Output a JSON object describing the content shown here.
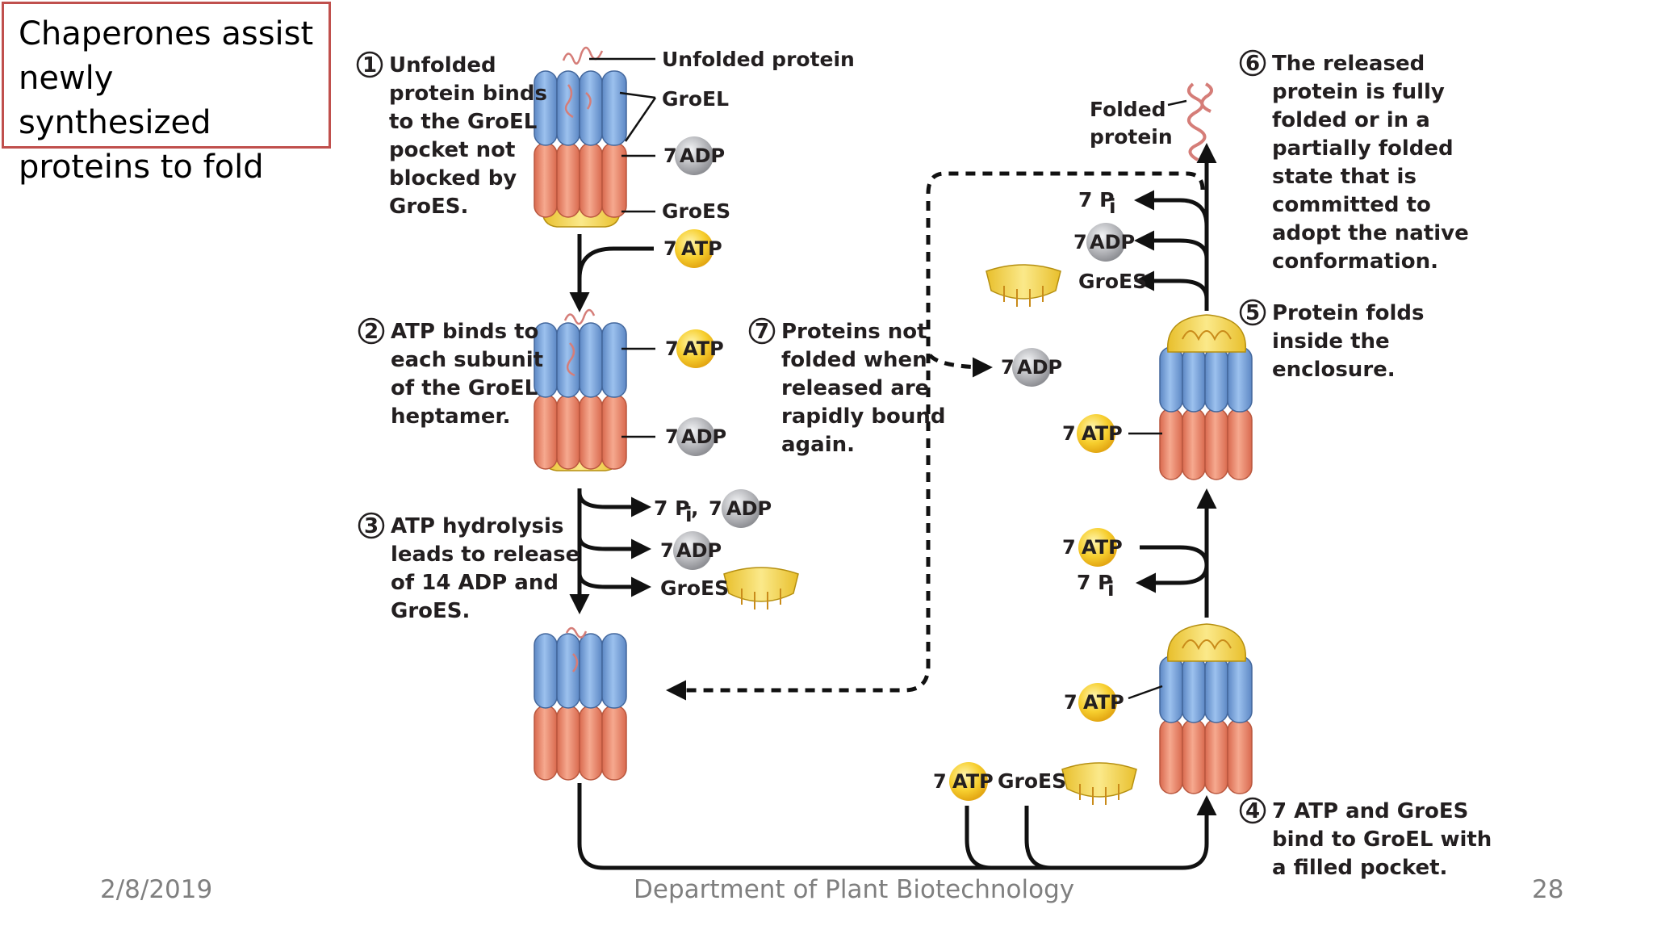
{
  "slide": {
    "title_lines": [
      "Chaperones assist",
      "newly synthesized",
      "proteins to fold"
    ],
    "date": "2/8/2019",
    "department": "Department of Plant Biotechnology",
    "page": "28"
  },
  "steps": {
    "s1": {
      "num": "1",
      "lines": [
        "Unfolded",
        "protein binds",
        "to the GroEL",
        "pocket not",
        "blocked by",
        "GroES."
      ]
    },
    "s2": {
      "num": "2",
      "lines": [
        "ATP binds to",
        "each subunit",
        "of the GroEL",
        "heptamer."
      ]
    },
    "s3": {
      "num": "3",
      "lines": [
        "ATP hydrolysis",
        "leads to release",
        "of 14 ADP and",
        "GroES."
      ]
    },
    "s4": {
      "num": "4",
      "lines": [
        "7 ATP and GroES",
        "bind to GroEL with",
        "a filled pocket."
      ]
    },
    "s5": {
      "num": "5",
      "lines": [
        "Protein folds",
        "inside the",
        "enclosure."
      ]
    },
    "s6": {
      "num": "6",
      "lines": [
        "The released",
        "protein is fully",
        "folded or in a",
        "partially folded",
        "state that is",
        "committed to",
        "adopt the native",
        "conformation."
      ]
    },
    "s7": {
      "num": "7",
      "lines": [
        "Proteins not",
        "folded when",
        "released are",
        "rapidly bound",
        "again."
      ]
    }
  },
  "labels": {
    "unfolded_protein": "Unfolded protein",
    "groel": "GroEL",
    "groes": "GroES",
    "folded_protein": [
      "Folded",
      "protein"
    ],
    "seven": "7",
    "atp": "ATP",
    "adp": "ADP",
    "pi": "7 P",
    "pi_sub": "i",
    "pi_adp_sep": ","
  },
  "colors": {
    "groel_top": "#7aa6dc",
    "groel_bottom": "#ea8a6e",
    "groes": "#f6d75a",
    "atp": "#f7cf2f",
    "adp": "#b8b9bd",
    "arrow": "#111111",
    "title_border": "#c0504d"
  }
}
